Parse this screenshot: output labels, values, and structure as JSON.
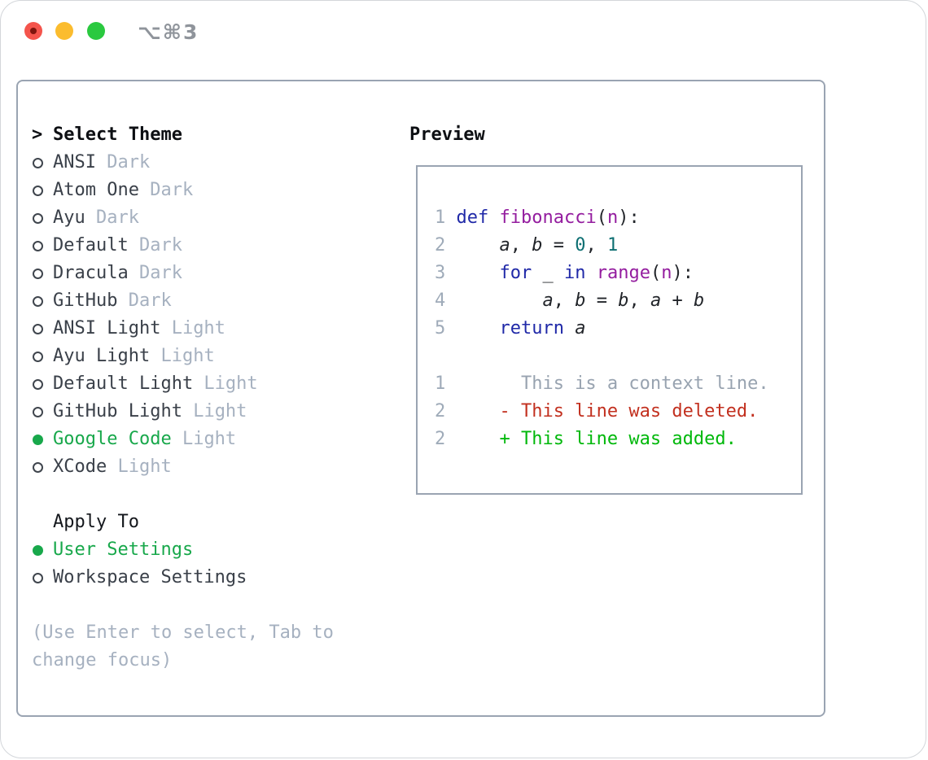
{
  "window": {
    "title": "⌥⌘3"
  },
  "titlebar": {
    "buttons": [
      "close",
      "minimize",
      "zoom"
    ]
  },
  "theme_panel": {
    "marker": ">",
    "header": "Select Theme",
    "items": [
      {
        "name": "ANSI",
        "variant": "Dark",
        "selected": false
      },
      {
        "name": "Atom One",
        "variant": "Dark",
        "selected": false
      },
      {
        "name": "Ayu",
        "variant": "Dark",
        "selected": false
      },
      {
        "name": "Default",
        "variant": "Dark",
        "selected": false
      },
      {
        "name": "Dracula",
        "variant": "Dark",
        "selected": false
      },
      {
        "name": "GitHub",
        "variant": "Dark",
        "selected": false
      },
      {
        "name": "ANSI Light",
        "variant": "Light",
        "selected": false
      },
      {
        "name": "Ayu Light",
        "variant": "Light",
        "selected": false
      },
      {
        "name": "Default Light",
        "variant": "Light",
        "selected": false
      },
      {
        "name": "GitHub Light",
        "variant": "Light",
        "selected": false
      },
      {
        "name": "Google Code",
        "variant": "Light",
        "selected": true
      },
      {
        "name": "XCode",
        "variant": "Light",
        "selected": false
      }
    ],
    "apply_to": {
      "header": "Apply To",
      "options": [
        {
          "label": "User Settings",
          "selected": true
        },
        {
          "label": "Workspace Settings",
          "selected": false
        }
      ]
    },
    "hint": "(Use Enter to select, Tab to change focus)"
  },
  "preview": {
    "header": "Preview",
    "code_lines": [
      {
        "num": "1",
        "tokens": [
          [
            "kw",
            "def"
          ],
          [
            "pln",
            " "
          ],
          [
            "typ",
            "fibonacci"
          ],
          [
            "pln",
            "("
          ],
          [
            "typ",
            "n"
          ],
          [
            "pln",
            "):"
          ]
        ]
      },
      {
        "num": "2",
        "tokens": [
          [
            "pln",
            "    "
          ],
          [
            "var",
            "a"
          ],
          [
            "pln",
            ", "
          ],
          [
            "var",
            "b"
          ],
          [
            "pln",
            " = "
          ],
          [
            "lit",
            "0"
          ],
          [
            "pln",
            ", "
          ],
          [
            "lit",
            "1"
          ]
        ]
      },
      {
        "num": "3",
        "tokens": [
          [
            "pln",
            "    "
          ],
          [
            "kw",
            "for"
          ],
          [
            "pln",
            " _ "
          ],
          [
            "kw",
            "in"
          ],
          [
            "pln",
            " "
          ],
          [
            "typ",
            "range"
          ],
          [
            "pln",
            "("
          ],
          [
            "typ",
            "n"
          ],
          [
            "pln",
            "):"
          ]
        ]
      },
      {
        "num": "4",
        "tokens": [
          [
            "pln",
            "        "
          ],
          [
            "var",
            "a"
          ],
          [
            "pln",
            ", "
          ],
          [
            "var",
            "b"
          ],
          [
            "pln",
            " = "
          ],
          [
            "var",
            "b"
          ],
          [
            "pln",
            ", "
          ],
          [
            "var",
            "a"
          ],
          [
            "pln",
            " + "
          ],
          [
            "var",
            "b"
          ]
        ]
      },
      {
        "num": "5",
        "tokens": [
          [
            "pln",
            "    "
          ],
          [
            "kw",
            "return"
          ],
          [
            "pln",
            " "
          ],
          [
            "var",
            "a"
          ]
        ]
      }
    ],
    "diff_lines": [
      {
        "num": "1",
        "kind": "context",
        "marker": "",
        "text": "This is a context line."
      },
      {
        "num": "2",
        "kind": "deleted",
        "marker": "-",
        "text": "This line was deleted."
      },
      {
        "num": "2",
        "kind": "added",
        "marker": "+",
        "text": "This line was added."
      }
    ]
  },
  "colors": {
    "selected_green": "#18a84b",
    "added_green": "#00b80b",
    "deleted_red": "#c2301f",
    "keyword_blue": "#2029a8",
    "type_purple": "#941d9f",
    "literal_teal": "#0d6f72",
    "plain_code": "#22252a",
    "muted_gray": "#a6b1c0",
    "line_number_gray": "#9fabb9",
    "context_gray": "#98a3b0",
    "list_text": "#3a4049",
    "panel_border": "#9aa4b2"
  }
}
